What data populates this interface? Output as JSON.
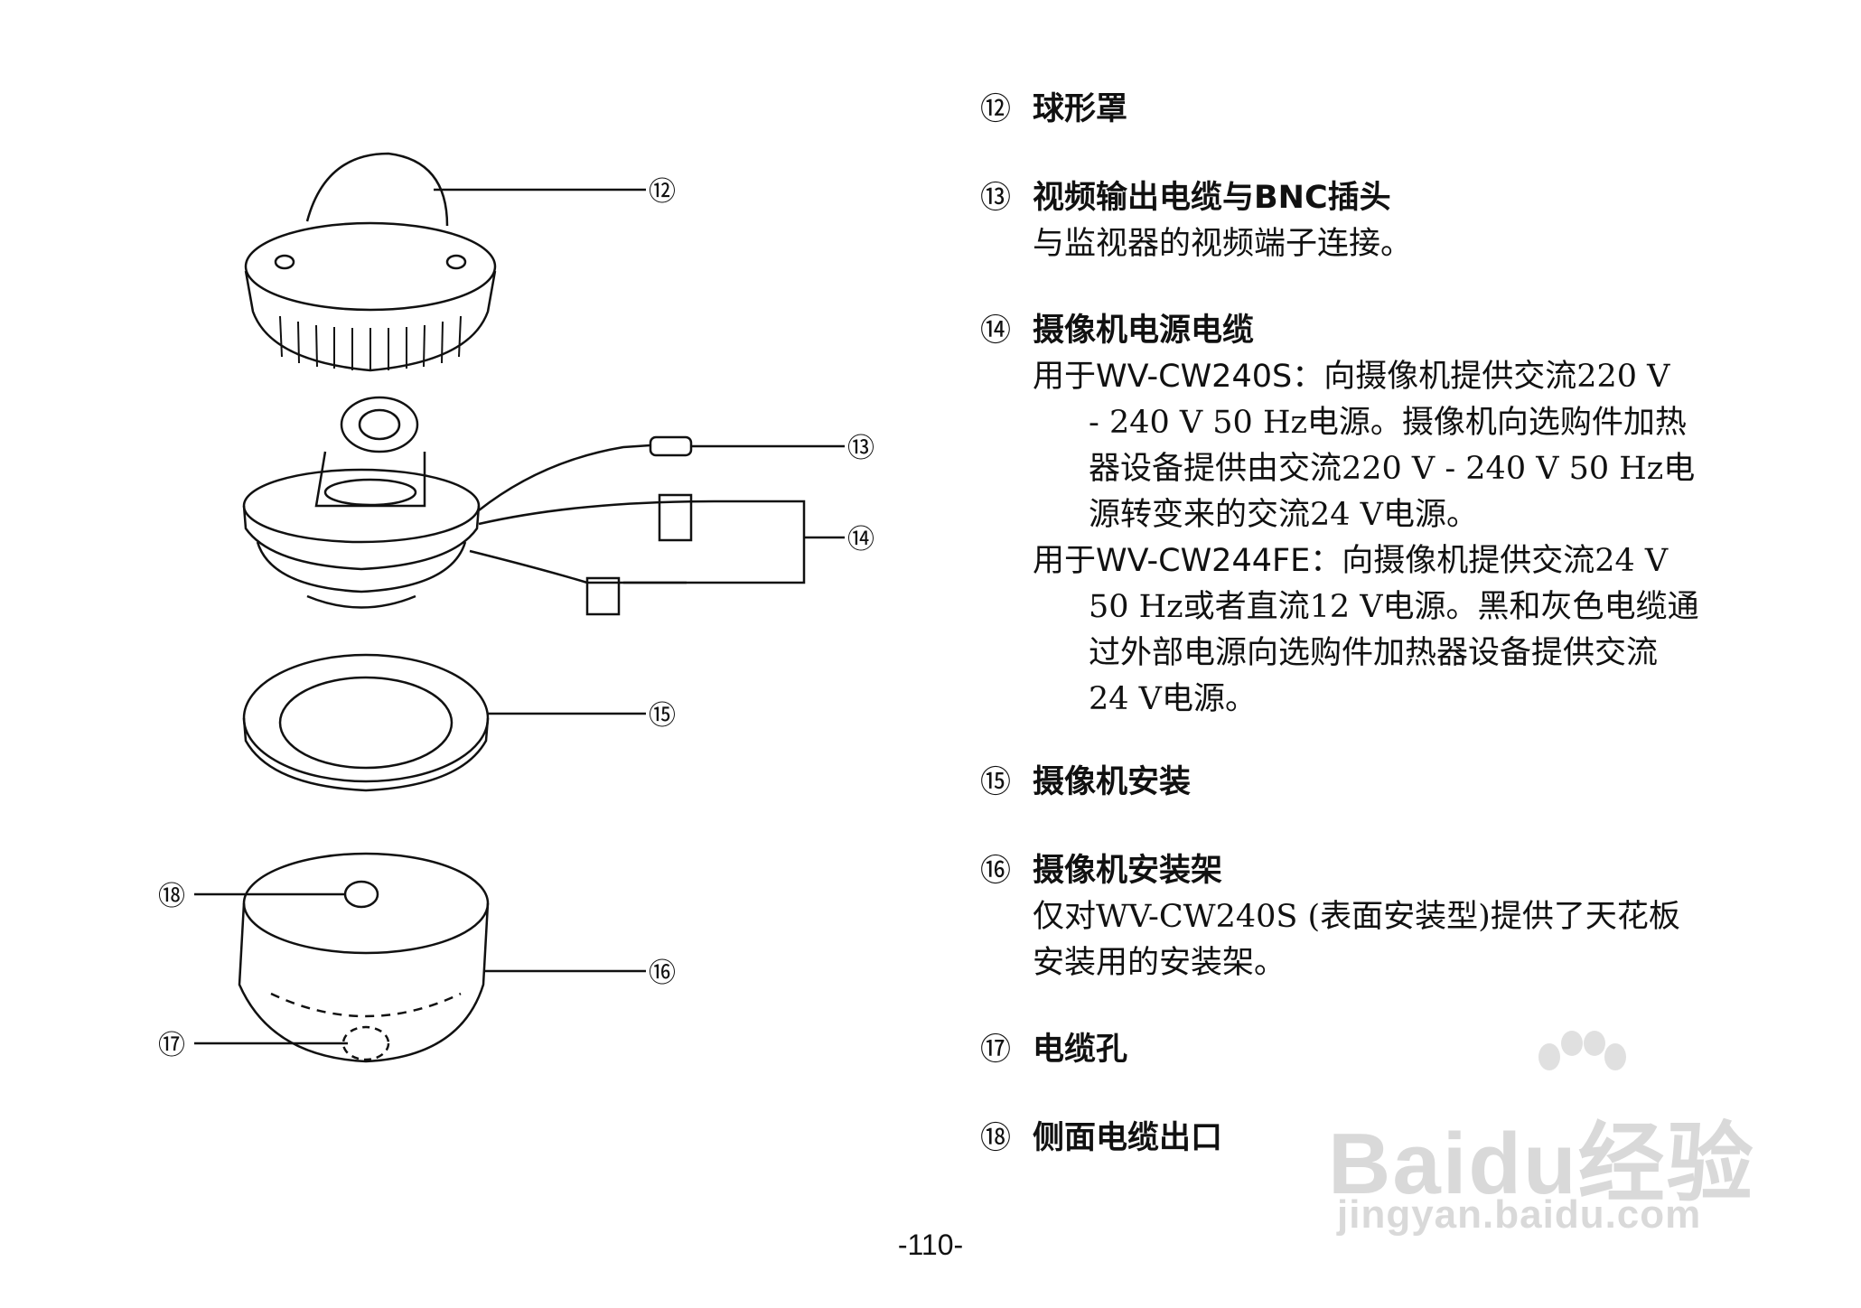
{
  "diagram": {
    "callouts": [
      "⑫",
      "⑬",
      "⑭",
      "⑮",
      "⑯",
      "⑰",
      "⑱"
    ]
  },
  "items": [
    {
      "num": "⑫",
      "head": "球形罩"
    },
    {
      "num": "⑬",
      "head": "视频输出电缆与BNC插头",
      "body": [
        "与监视器的视频端子连接。"
      ]
    },
    {
      "num": "⑭",
      "head": "摄像机电源电缆",
      "paras": [
        {
          "label": "用于WV-CW240S：",
          "lines": [
            "向摄像机提供交流220 V",
            "- 240 V 50 Hz电源。摄像机向选购件加热",
            "器设备提供由交流220 V - 240 V 50 Hz电",
            "源转变来的交流24 V电源。"
          ]
        },
        {
          "label": "用于WV-CW244FE：",
          "lines": [
            "向摄像机提供交流24 V",
            "50 Hz或者直流12 V电源。黑和灰色电缆通",
            "过外部电源向选购件加热器设备提供交流",
            "24 V电源。"
          ]
        }
      ]
    },
    {
      "num": "⑮",
      "head": "摄像机安装"
    },
    {
      "num": "⑯",
      "head": "摄像机安装架",
      "body": [
        "仅对WV-CW240S (表面安装型)提供了天花板",
        "安装用的安装架。"
      ]
    },
    {
      "num": "⑰",
      "head": "电缆孔"
    },
    {
      "num": "⑱",
      "head": "侧面电缆出口"
    }
  ],
  "page_number": "-110-",
  "watermark": {
    "brand": "Baidu经验",
    "url": "jingyan.baidu.com"
  }
}
